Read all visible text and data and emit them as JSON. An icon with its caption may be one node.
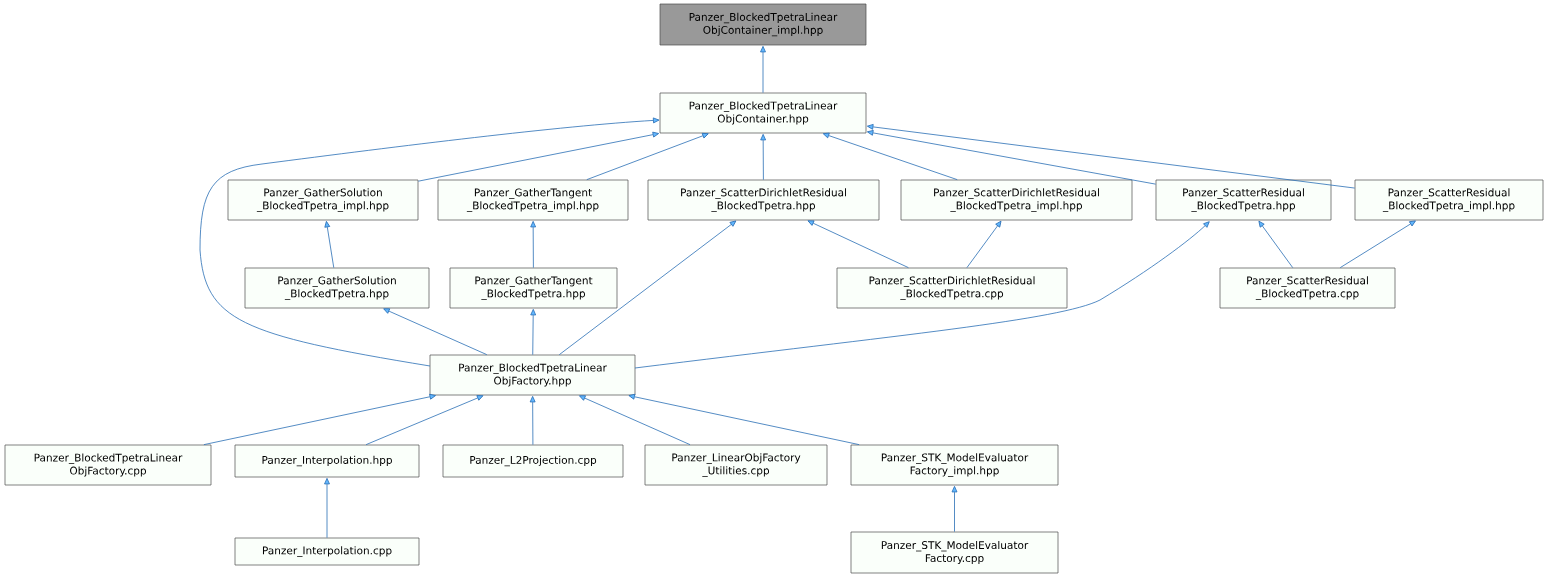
{
  "diagram": {
    "nodes": [
      {
        "text": [
          "Panzer_BlockedTpetraLinear ObjContainer_impl.hpp"
        ]
      },
      {
        "text": [
          "Panzer_BlockedTpetraLinear ObjContainer.hpp"
        ]
      },
      {
        "text": [
          "Panzer_GatherSolution _BlockedTpetra_impl.hpp"
        ]
      },
      {
        "text": [
          "Panzer_GatherTangent _BlockedTpetra_impl.hpp"
        ]
      },
      {
        "text": [
          "Panzer_ScatterDirichletResidual _BlockedTpetra.hpp"
        ]
      },
      {
        "text": [
          "Panzer_ScatterDirichletResidual _BlockedTpetra_impl.hpp"
        ]
      },
      {
        "text": [
          "Panzer_ScatterResidual _BlockedTpetra.hpp"
        ]
      },
      {
        "text": [
          "Panzer_ScatterResidual _BlockedTpetra_impl.hpp"
        ]
      },
      {
        "text": [
          "Panzer_GatherSolution _BlockedTpetra.hpp"
        ]
      },
      {
        "text": [
          "Panzer_GatherTangent _BlockedTpetra.hpp"
        ]
      },
      {
        "text": [
          "Panzer_ScatterDirichletResidual _BlockedTpetra.cpp"
        ]
      },
      {
        "text": [
          "Panzer_ScatterResidual _BlockedTpetra.cpp"
        ]
      },
      {
        "text": [
          "Panzer_BlockedTpetraLinear ObjFactory.hpp"
        ]
      },
      {
        "text": [
          "Panzer_BlockedTpetraLinear ObjFactory.cpp"
        ]
      },
      {
        "text": [
          "Panzer_Interpolation.hpp"
        ]
      },
      {
        "text": [
          "Panzer_L2Projection.cpp"
        ]
      },
      {
        "text": [
          "Panzer_LinearObjFactory _Utilities.cpp"
        ]
      },
      {
        "text": [
          "Panzer_STK_ModelEvaluator Factory_impl.hpp"
        ]
      },
      {
        "text": [
          "Panzer_Interpolation.cpp"
        ]
      },
      {
        "text": [
          "Panzer_STK_ModelEvaluator Factory.cpp"
        ]
      }
    ],
    "edges": [
      {
        "from": 1,
        "to": 0,
        "arrow": "to"
      },
      {
        "from": 2,
        "to": 1,
        "arrow": "to"
      },
      {
        "from": 3,
        "to": 1,
        "arrow": "to"
      },
      {
        "from": 4,
        "to": 1,
        "arrow": "to"
      },
      {
        "from": 5,
        "to": 1,
        "arrow": "to"
      },
      {
        "from": 6,
        "to": 1,
        "arrow": "to"
      },
      {
        "from": 7,
        "to": 1,
        "arrow": "to"
      },
      {
        "from": 12,
        "to": 1,
        "arrow": "to"
      },
      {
        "from": 8,
        "to": 2,
        "arrow": "to"
      },
      {
        "from": 9,
        "to": 3,
        "arrow": "to"
      },
      {
        "from": 10,
        "to": 4,
        "arrow": "to"
      },
      {
        "from": 10,
        "to": 5,
        "arrow": "to"
      },
      {
        "from": 11,
        "to": 6,
        "arrow": "to"
      },
      {
        "from": 11,
        "to": 7,
        "arrow": "to"
      },
      {
        "from": 12,
        "to": 8,
        "arrow": "to"
      },
      {
        "from": 12,
        "to": 9,
        "arrow": "to"
      },
      {
        "from": 12,
        "to": 4,
        "arrow": "to"
      },
      {
        "from": 12,
        "to": 6,
        "arrow": "to"
      },
      {
        "from": 13,
        "to": 12,
        "arrow": "to"
      },
      {
        "from": 14,
        "to": 12,
        "arrow": "to"
      },
      {
        "from": 15,
        "to": 12,
        "arrow": "to"
      },
      {
        "from": 16,
        "to": 12,
        "arrow": "to"
      },
      {
        "from": 17,
        "to": 12,
        "arrow": "to"
      },
      {
        "from": 18,
        "to": 14,
        "arrow": "to"
      },
      {
        "from": 19,
        "to": 17,
        "arrow": "to"
      }
    ]
  }
}
